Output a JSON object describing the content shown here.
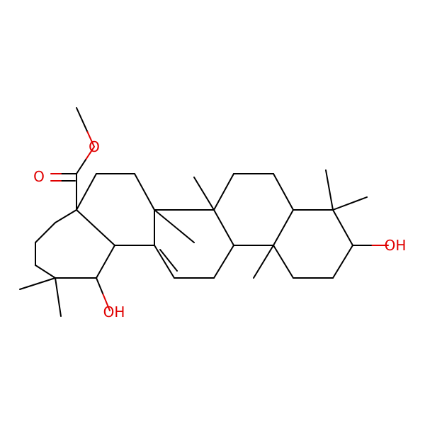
{
  "colors": {
    "bond": "#000000",
    "oxygen": "#e00000",
    "background": "#ffffff"
  },
  "atom_labels": {
    "ester_carbonyl_o": "O",
    "ester_ether_o": "O",
    "hydroxyl_left": "OH",
    "hydroxyl_right": "OH"
  }
}
